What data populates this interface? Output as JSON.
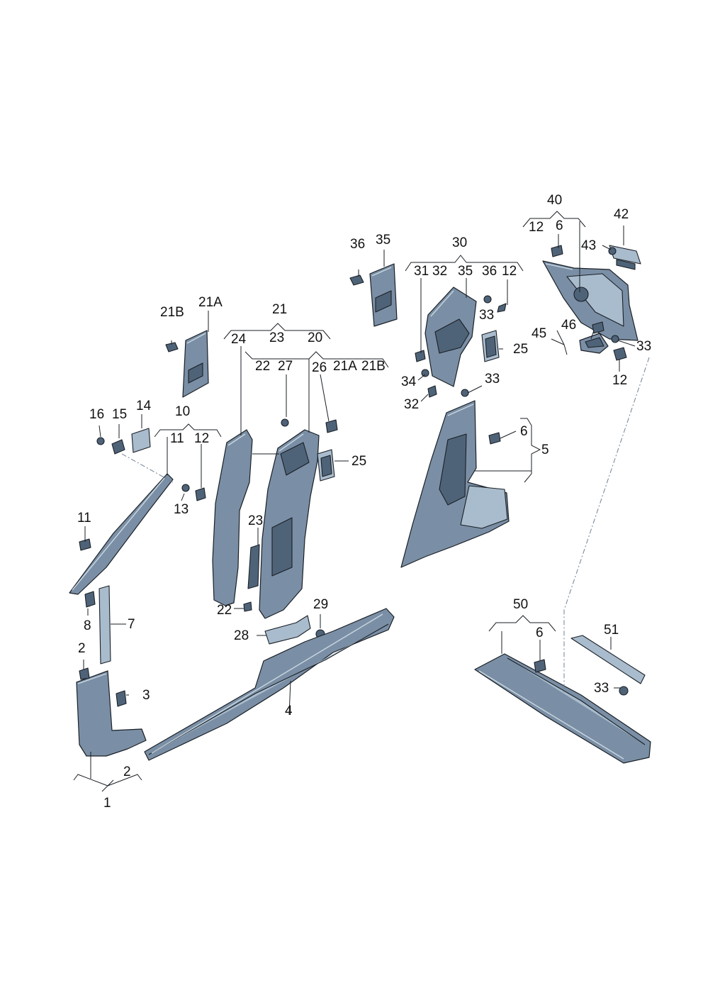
{
  "labels": {
    "l1": "1",
    "l2a": "2",
    "l2b": "2",
    "l3": "3",
    "l4": "4",
    "l5": "5",
    "l6a": "6",
    "l6b": "6",
    "l6c": "6",
    "l7": "7",
    "l8": "8",
    "l10": "10",
    "l11a": "11",
    "l11b": "11",
    "l12a": "12",
    "l12b": "12",
    "l12c": "12",
    "l12d": "12",
    "l13": "13",
    "l14": "14",
    "l15": "15",
    "l16": "16",
    "l20": "20",
    "l21": "21",
    "l21A_a": "21A",
    "l21B_a": "21B",
    "l21A_b": "21A",
    "l21B_b": "21B",
    "l22a": "22",
    "l22b": "22",
    "l23a": "23",
    "l23b": "23",
    "l24": "24",
    "l25a": "25",
    "l25b": "25",
    "l26": "26",
    "l27": "27",
    "l28": "28",
    "l29": "29",
    "l30": "30",
    "l31": "31",
    "l32a": "32",
    "l32b": "32",
    "l33a": "33",
    "l33b": "33",
    "l33c": "33",
    "l33d": "33",
    "l34": "34",
    "l35a": "35",
    "l35b": "35",
    "l36a": "36",
    "l36b": "36",
    "l40": "40",
    "l42": "42",
    "l43": "43",
    "l45": "45",
    "l46": "46",
    "l50": "50",
    "l51": "51"
  },
  "colors": {
    "part_fill": "#7a8fa5",
    "part_light": "#a9bccd",
    "part_dark": "#4f6378",
    "outline": "#1a1f26"
  }
}
